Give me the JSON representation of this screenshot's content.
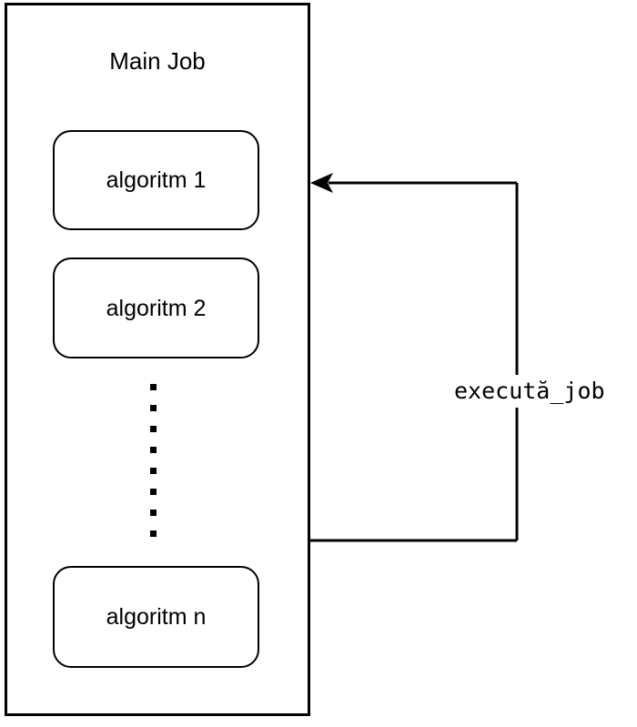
{
  "diagram": {
    "container": {
      "title": "Main Job",
      "border_color": "#000000",
      "fill_color": "#ffffff"
    },
    "boxes": [
      {
        "label": "algoritm 1"
      },
      {
        "label": "algoritm 2"
      },
      {
        "label": "algoritm n"
      }
    ],
    "ellipsis": {
      "dot_count": 8,
      "dot_color": "#000000"
    },
    "feedback_loop": {
      "label": "execută_job",
      "stroke_color": "#000000",
      "arrow_direction": "left",
      "arrow_icon": "arrow-left-icon"
    }
  }
}
